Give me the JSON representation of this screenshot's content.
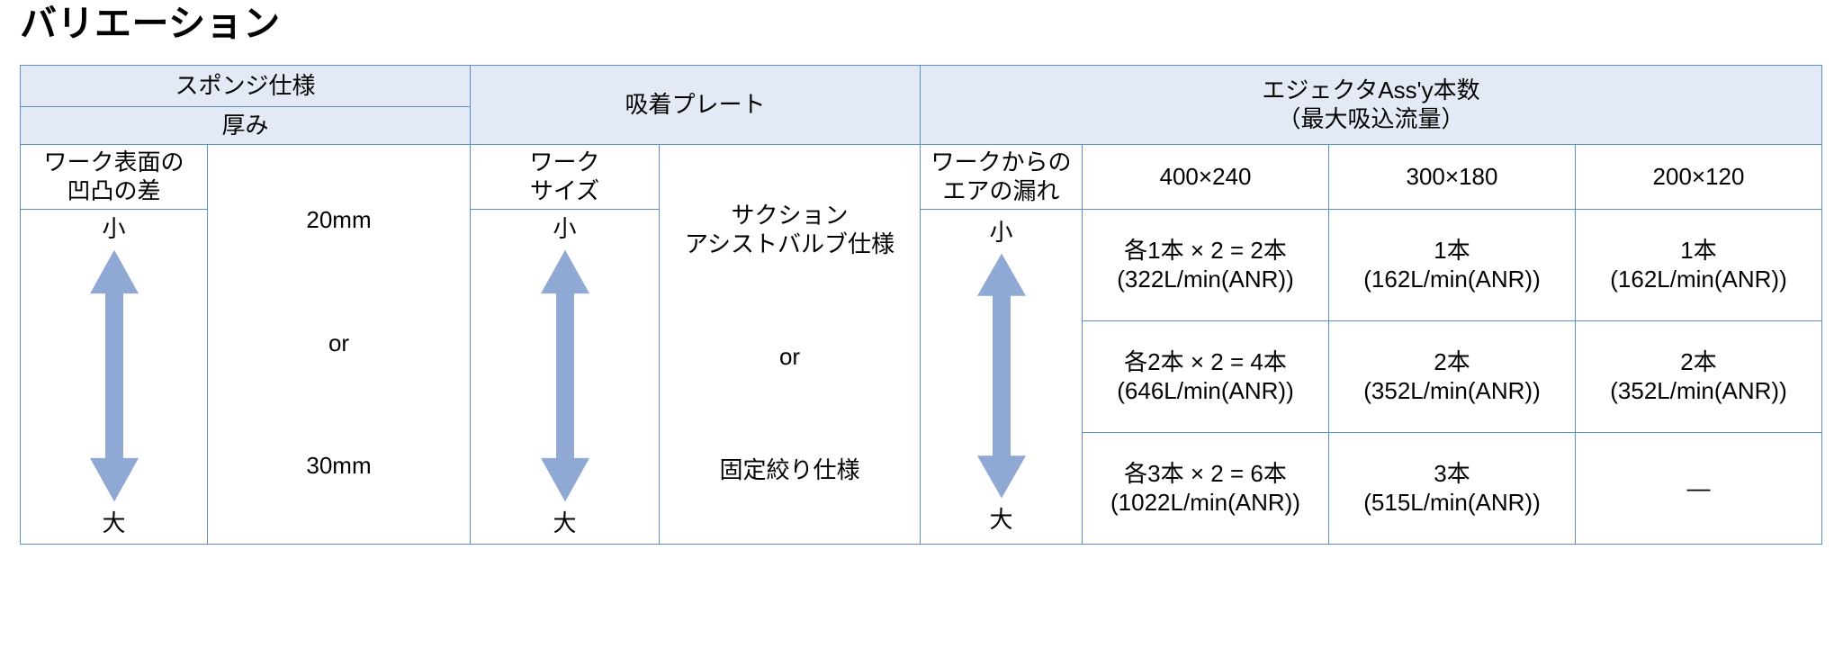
{
  "page_title": "バリエーション",
  "colors": {
    "header_fill": "#e4eaf5",
    "border": "#5b8fc9",
    "arrow": "#8fa9d4",
    "text": "#000000"
  },
  "left_table": {
    "group_headers": [
      {
        "label": "スポンジ仕様"
      },
      {
        "label": "吸着プレート"
      }
    ],
    "sub_header": {
      "label": "厚み"
    },
    "column_headers": [
      {
        "label": "ワーク表面の\n凹凸の差"
      },
      {
        "label": ""
      },
      {
        "label": "ワーク\nサイズ"
      },
      {
        "label": ""
      }
    ],
    "arrow_columns": {
      "top_label": "小",
      "bottom_label": "大",
      "icon": "double-headed-vertical-arrow"
    },
    "thickness_values": [
      "20mm",
      "or",
      "30mm"
    ],
    "plate_values": [
      "サクション\nアシストバルブ仕様",
      "or",
      "固定絞り仕様"
    ]
  },
  "right_table": {
    "group_header": {
      "line1": "エジェクタAss'y本数",
      "line2": "（最大吸込流量）"
    },
    "column_headers": [
      {
        "label": "ワークからの\nエアの漏れ"
      },
      {
        "label": "400×240"
      },
      {
        "label": "300×180"
      },
      {
        "label": "200×120"
      }
    ],
    "arrow_column": {
      "top_label": "小",
      "bottom_label": "大",
      "icon": "double-headed-vertical-arrow"
    },
    "rows": [
      {
        "c400": "各1本 × 2 = 2本\n(322L/min(ANR))",
        "c300": "1本\n(162L/min(ANR))",
        "c200": "1本\n(162L/min(ANR))"
      },
      {
        "c400": "各2本 × 2 = 4本\n(646L/min(ANR))",
        "c300": "2本\n(352L/min(ANR))",
        "c200": "2本\n(352L/min(ANR))"
      },
      {
        "c400": "各3本 × 2 =  6本\n(1022L/min(ANR))",
        "c300": "3本\n(515L/min(ANR))",
        "c200": "—"
      }
    ]
  }
}
